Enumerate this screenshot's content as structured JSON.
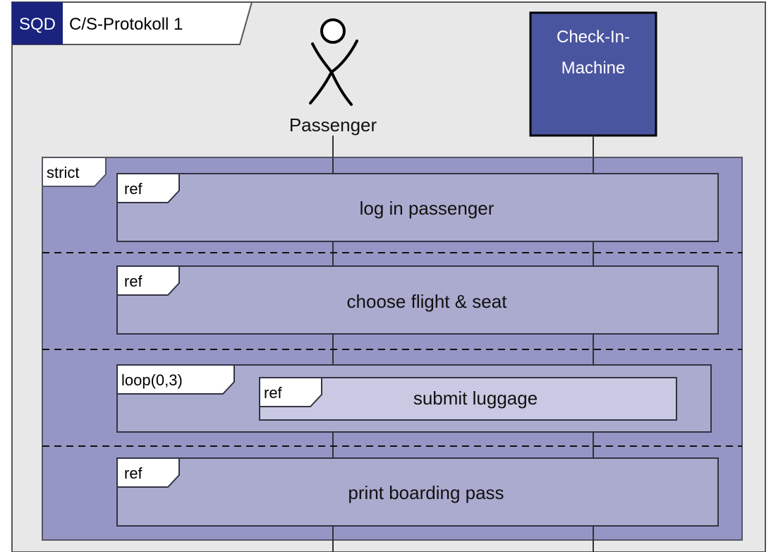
{
  "frame": {
    "kind": "SQD",
    "name": "C/S-Protokoll 1"
  },
  "lifelines": {
    "passenger": {
      "name": "Passenger"
    },
    "machine": {
      "name_line1": "Check-In-",
      "name_line2": "Machine"
    }
  },
  "combined_fragment": {
    "operator": "strict",
    "operands": [
      {
        "ref_label": "ref",
        "name": "log in passenger"
      },
      {
        "ref_label": "ref",
        "name": "choose flight & seat"
      },
      {
        "loop_label": "loop(0,3)",
        "ref_label": "ref",
        "name": "submit luggage"
      },
      {
        "ref_label": "ref",
        "name": "print boarding pass"
      }
    ]
  },
  "colors": {
    "page_background": "#e8e8e8",
    "frame_border": "#555555",
    "sqd_tag": "#1a237e",
    "machine_box": "#4a55a0",
    "strict_fill": "#9696c6",
    "ref_fill": "#ababd0",
    "inner_ref_fill": "#c9c9e3"
  }
}
